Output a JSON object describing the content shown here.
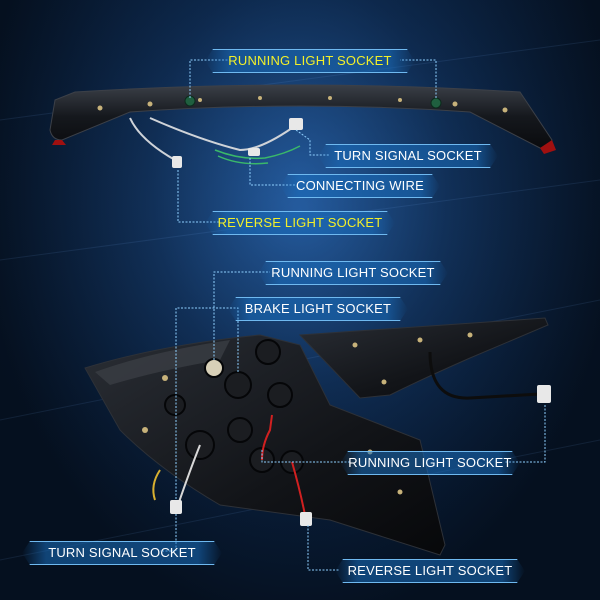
{
  "labels": {
    "top_running": "RUNNING LIGHT SOCKET",
    "top_turn": "TURN SIGNAL SOCKET",
    "top_connecting": "CONNECTING WIRE",
    "top_reverse": "REVERSE LIGHT SOCKET",
    "bottom_running": "RUNNING LIGHT SOCKET",
    "bottom_brake": "BRAKE LIGHT SOCKET",
    "bottom_running_right": "RUNNING LIGHT SOCKET",
    "bottom_turn": "TURN SIGNAL SOCKET",
    "bottom_reverse": "REVERSE LIGHT SOCKET"
  },
  "colors": {
    "label_text": "#f2ef2a",
    "label_border": "#6fb9f0",
    "leader_line": "#8fd0ff"
  }
}
